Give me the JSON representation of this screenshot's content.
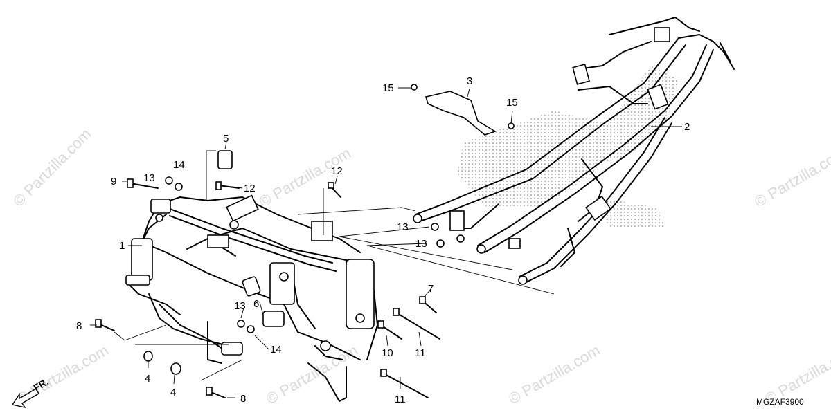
{
  "watermark": {
    "brand": "© Partzilla.com"
  },
  "drawing_code": "MGZAF3900",
  "front_indicator": "FR.",
  "callouts": [
    {
      "label": "1"
    },
    {
      "label": "2"
    },
    {
      "label": "3"
    },
    {
      "label": "4"
    },
    {
      "label": "4"
    },
    {
      "label": "5"
    },
    {
      "label": "6"
    },
    {
      "label": "7"
    },
    {
      "label": "8"
    },
    {
      "label": "8"
    },
    {
      "label": "9"
    },
    {
      "label": "10"
    },
    {
      "label": "11"
    },
    {
      "label": "11"
    },
    {
      "label": "12"
    },
    {
      "label": "12"
    },
    {
      "label": "13"
    },
    {
      "label": "13"
    },
    {
      "label": "13"
    },
    {
      "label": "13"
    },
    {
      "label": "14"
    },
    {
      "label": "14"
    },
    {
      "label": "15"
    },
    {
      "label": "15"
    }
  ]
}
